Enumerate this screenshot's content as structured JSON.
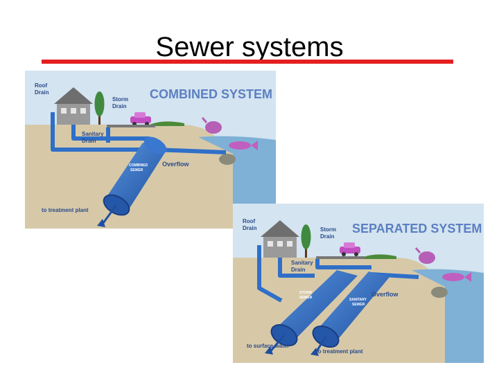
{
  "slide": {
    "title": "Sewer systems"
  },
  "combined": {
    "heading": "COMBINED SYSTEM",
    "labels": {
      "roof_drain_1": "Roof",
      "roof_drain_2": "Drain",
      "storm_drain_1": "Storm",
      "storm_drain_2": "Drain",
      "sanitary_drain_1": "Sanitary",
      "sanitary_drain_2": "Drain",
      "combined_sewer_1": "COMBINED",
      "combined_sewer_2": "SEWER",
      "overflow": "Overflow",
      "to_treatment_plant": "to treatment plant"
    }
  },
  "separated": {
    "heading": "SEPARATED SYSTEM",
    "labels": {
      "roof_drain_1": "Roof",
      "roof_drain_2": "Drain",
      "storm_drain_1": "Storm",
      "storm_drain_2": "Drain",
      "sanitary_drain_1": "Sanitary",
      "sanitary_drain_2": "Drain",
      "storm_sewer_1": "STORM",
      "storm_sewer_2": "SEWER",
      "sanitary_sewer_1": "SANITARY",
      "sanitary_sewer_2": "SEWER",
      "overflow": "Overflow",
      "to_surface_water": "to surface water",
      "to_treatment_plant": "to treatment plant"
    }
  },
  "colors": {
    "title_rule": "#e41f1f",
    "sky": "#d4e4f0",
    "ground": "#d7c9a8",
    "water": "#6fa0c8",
    "pipe": "#2f6fc8",
    "heading": "#5b7fc1",
    "label": "#2a4a8a"
  }
}
